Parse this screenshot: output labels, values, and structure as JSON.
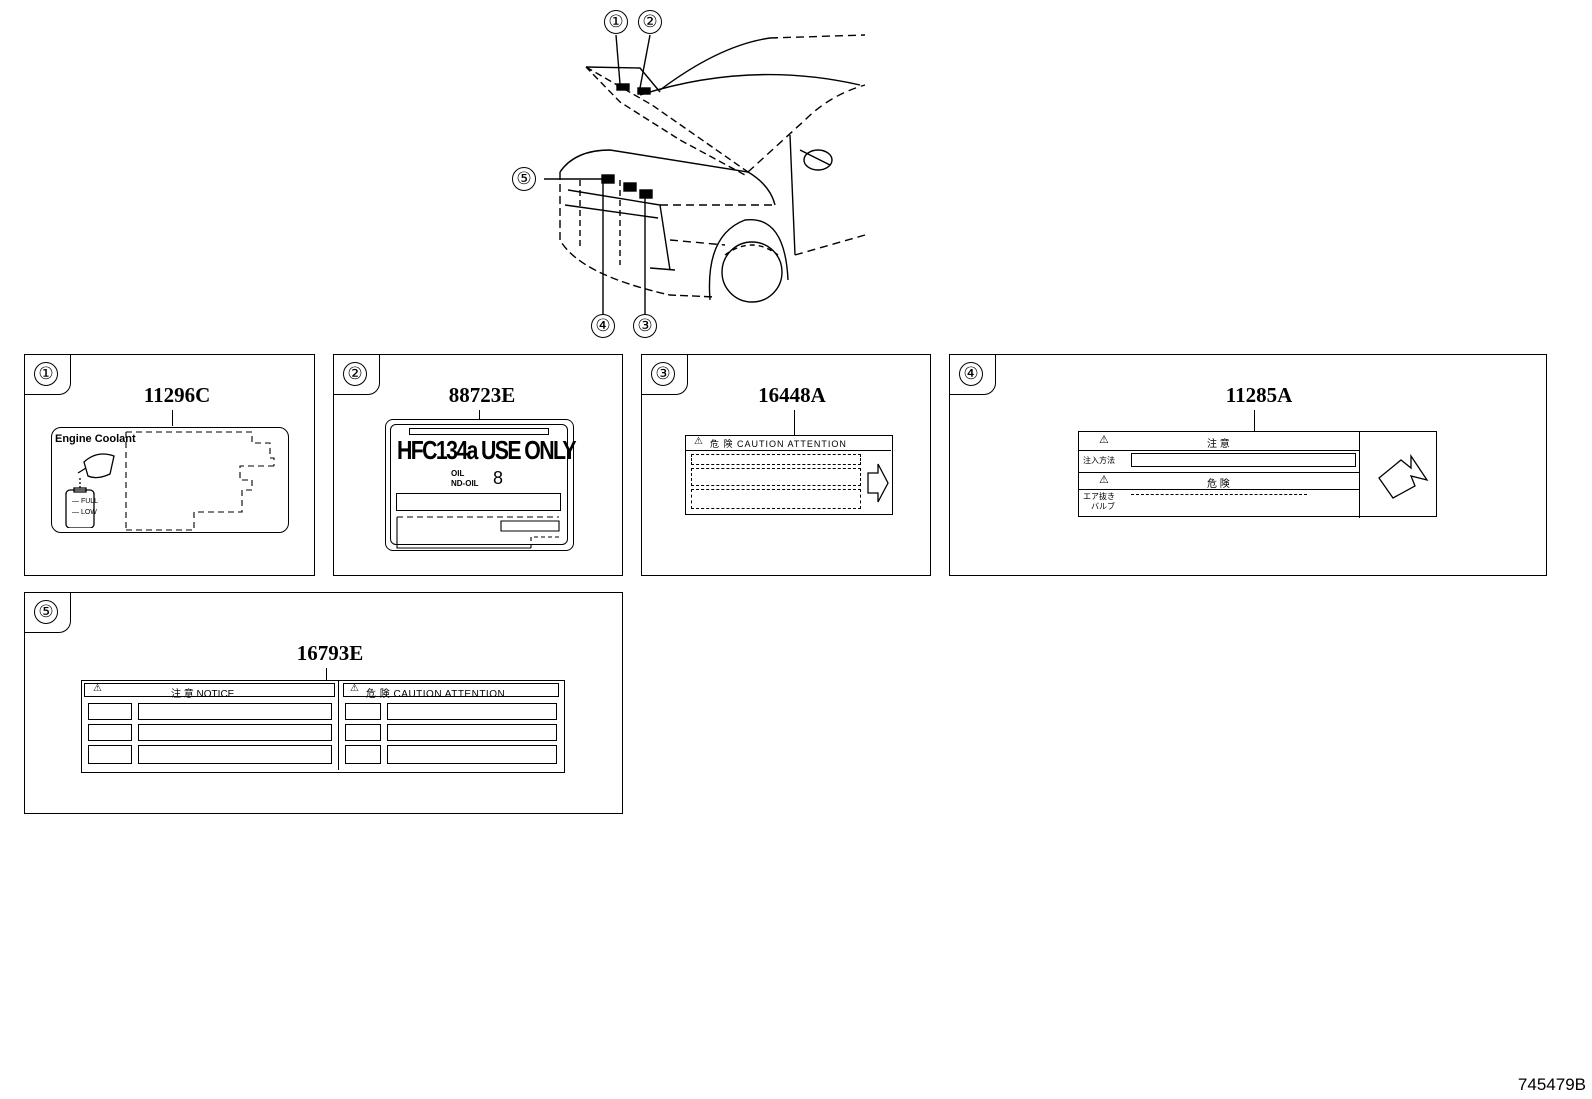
{
  "callouts": [
    "①",
    "②",
    "③",
    "④",
    "⑤"
  ],
  "panels": [
    {
      "num": "①",
      "part_number": "11296C",
      "title": "Engine Coolant",
      "full": "FULL",
      "low": "LOW"
    },
    {
      "num": "②",
      "part_number": "88723E",
      "main": "HFC134a USE ONLY",
      "oil1": "OIL",
      "oil2": "ND-OIL",
      "oil_num": "8"
    },
    {
      "num": "③",
      "part_number": "16448A",
      "header": "危  険   CAUTION   ATTENTION"
    },
    {
      "num": "④",
      "part_number": "11285A",
      "h1": "注   意",
      "h2": "危   険",
      "r1": "注入方法",
      "r2a": "エア抜き",
      "r2b": "バルブ"
    },
    {
      "num": "⑤",
      "part_number": "16793E",
      "left_header": "注 意      NOTICE",
      "right_header": "危 険  CAUTION  ATTENTION"
    }
  ],
  "figure_id": "745479B"
}
